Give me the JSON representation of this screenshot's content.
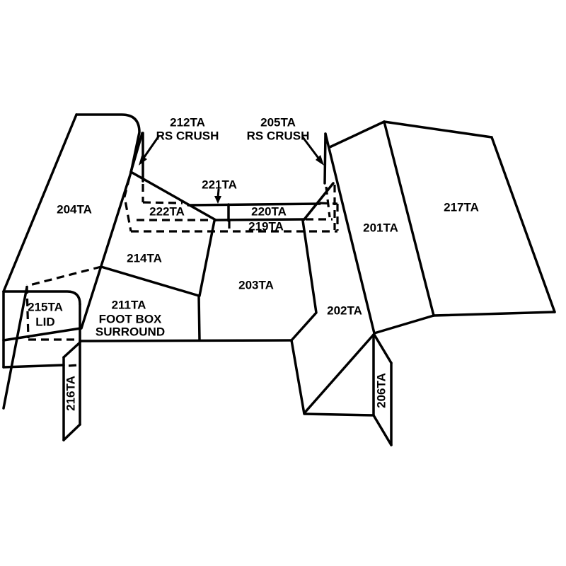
{
  "diagram": {
    "type": "exploded-parts-line-drawing",
    "colors": {
      "line": "#000000",
      "background": "#ffffff"
    },
    "parts": {
      "p204": {
        "label": "204TA"
      },
      "p212": {
        "label": "212TA",
        "sub": "RS CRUSH"
      },
      "p205": {
        "label": "205TA",
        "sub": "RS CRUSH"
      },
      "p221": {
        "label": "221TA"
      },
      "p222": {
        "label": "222TA"
      },
      "p220": {
        "label": "220TA"
      },
      "p219": {
        "label": "219TA"
      },
      "p217": {
        "label": "217TA"
      },
      "p201": {
        "label": "201TA"
      },
      "p214": {
        "label": "214TA"
      },
      "p203": {
        "label": "203TA"
      },
      "p215": {
        "label": "215TA",
        "sub": "LID"
      },
      "p211": {
        "label": "211TA",
        "sub": "FOOT BOX",
        "sub2": "SURROUND"
      },
      "p202": {
        "label": "202TA"
      },
      "p216": {
        "label": "216TA"
      },
      "p206": {
        "label": "206TA"
      }
    }
  }
}
